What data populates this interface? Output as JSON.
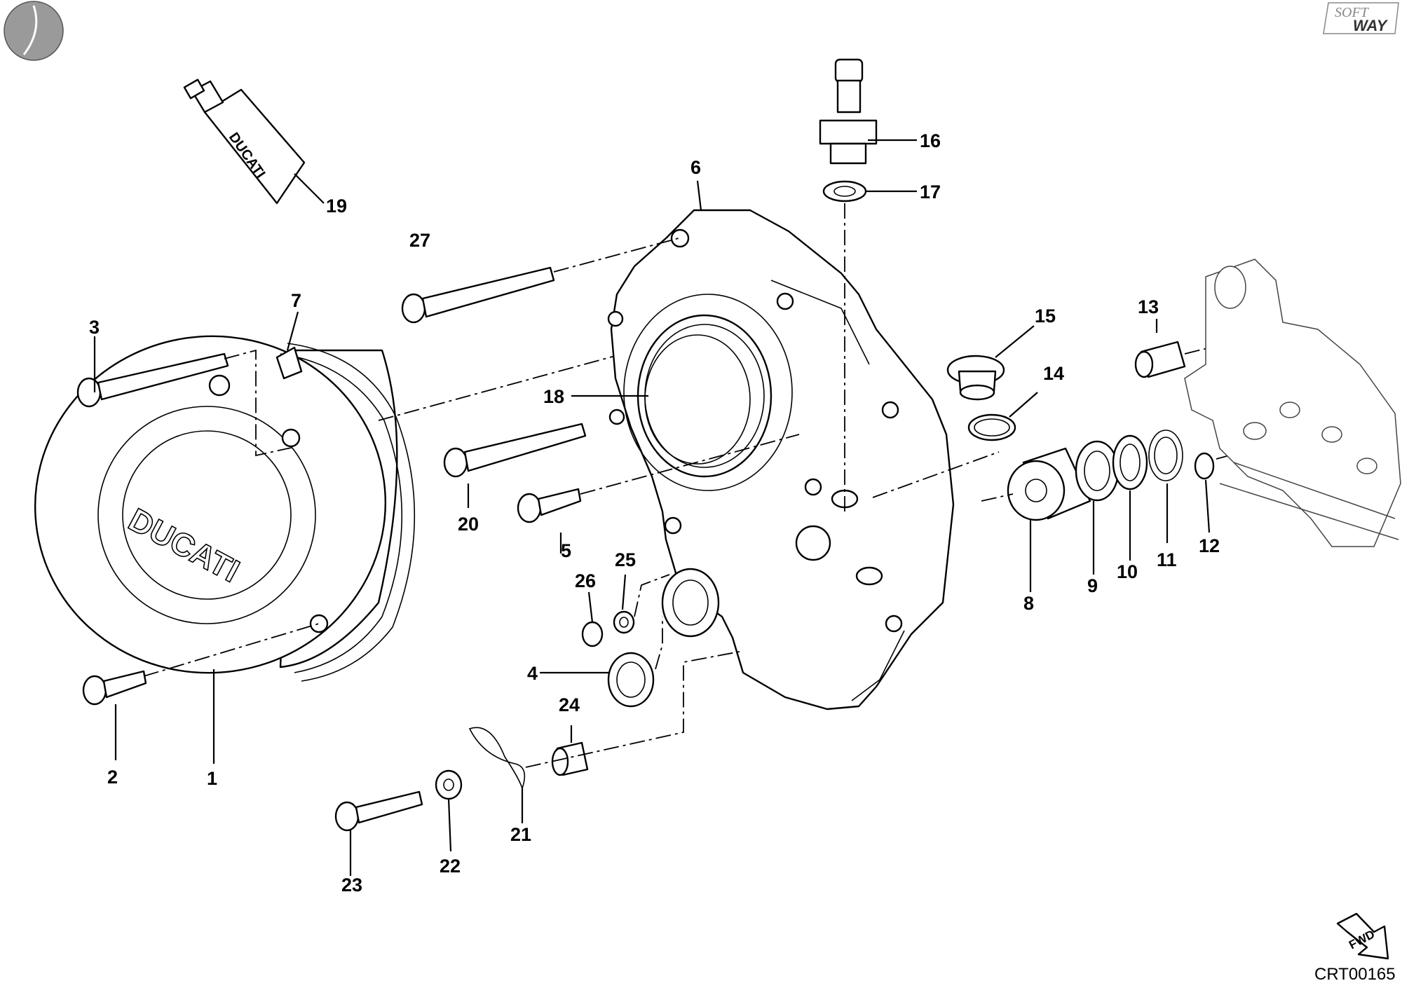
{
  "diagram": {
    "drawing_code": "CRT00165",
    "direction_badge": "FWD",
    "tube_brand_text": "DUCATI",
    "cover_brand_text": "DUCATI",
    "watermark_logo": "SOFT WAY",
    "callouts": [
      {
        "id": "c1",
        "label": "1"
      },
      {
        "id": "c2",
        "label": "2"
      },
      {
        "id": "c3",
        "label": "3"
      },
      {
        "id": "c4",
        "label": "4"
      },
      {
        "id": "c5",
        "label": "5"
      },
      {
        "id": "c6",
        "label": "6"
      },
      {
        "id": "c7",
        "label": "7"
      },
      {
        "id": "c8",
        "label": "8"
      },
      {
        "id": "c9",
        "label": "9"
      },
      {
        "id": "c10",
        "label": "10"
      },
      {
        "id": "c11",
        "label": "11"
      },
      {
        "id": "c12",
        "label": "12"
      },
      {
        "id": "c13",
        "label": "13"
      },
      {
        "id": "c14",
        "label": "14"
      },
      {
        "id": "c15",
        "label": "15"
      },
      {
        "id": "c16",
        "label": "16"
      },
      {
        "id": "c17",
        "label": "17"
      },
      {
        "id": "c18",
        "label": "18"
      },
      {
        "id": "c19",
        "label": "19"
      },
      {
        "id": "c20",
        "label": "20"
      },
      {
        "id": "c21",
        "label": "21"
      },
      {
        "id": "c22",
        "label": "22"
      },
      {
        "id": "c23",
        "label": "23"
      },
      {
        "id": "c24",
        "label": "24"
      },
      {
        "id": "c25",
        "label": "25"
      },
      {
        "id": "c26",
        "label": "26"
      },
      {
        "id": "c27",
        "label": "27"
      }
    ]
  }
}
